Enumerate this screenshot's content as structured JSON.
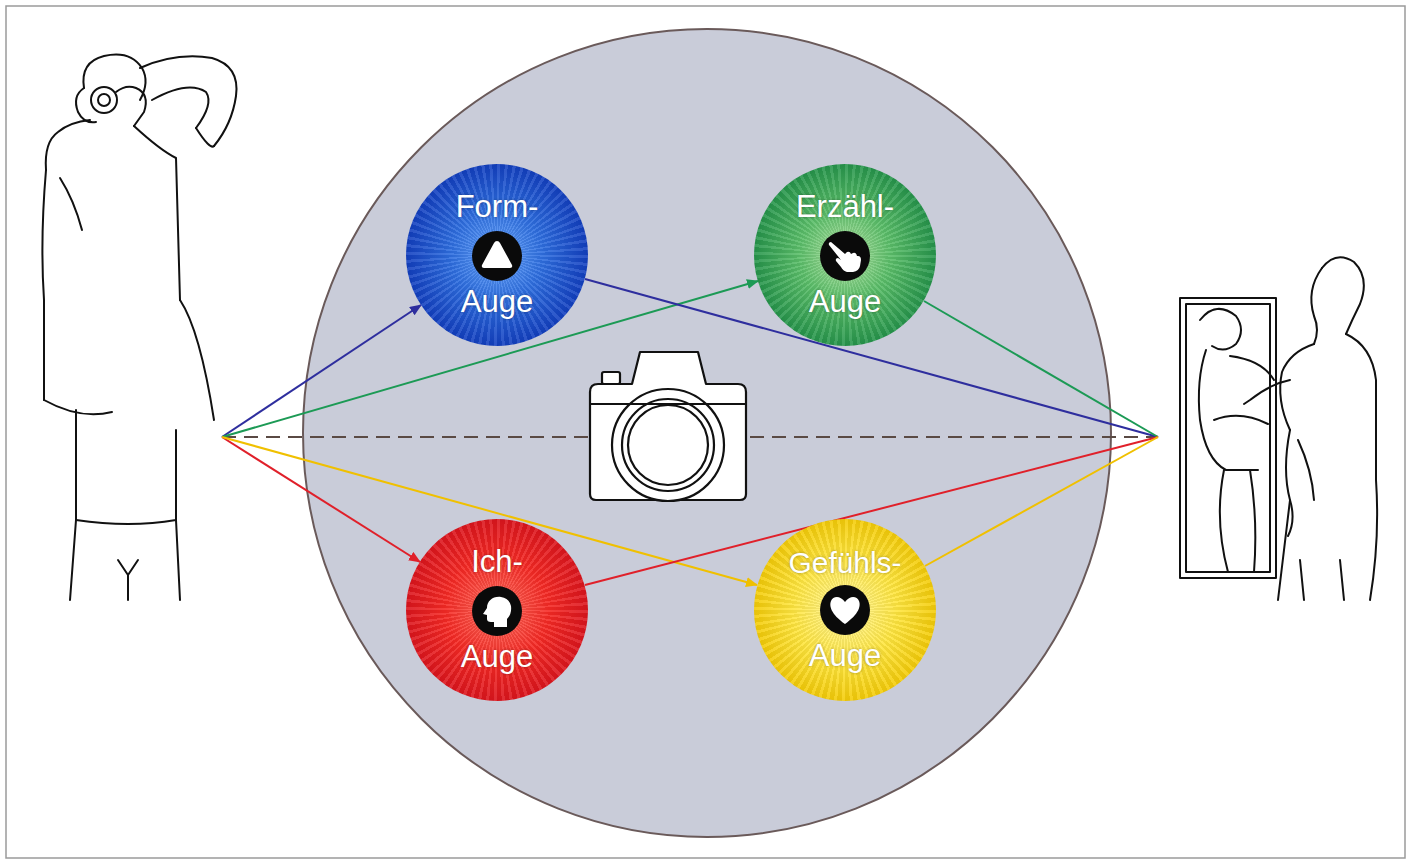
{
  "diagram": {
    "nodes": [
      {
        "text": [
          "Form-",
          "Auge"
        ]
      },
      {
        "text": [
          "Erzähl-",
          "Auge"
        ]
      },
      {
        "text": [
          "Ich-",
          "Auge"
        ]
      },
      {
        "text": [
          "Gefühls-",
          "Auge"
        ]
      }
    ]
  }
}
